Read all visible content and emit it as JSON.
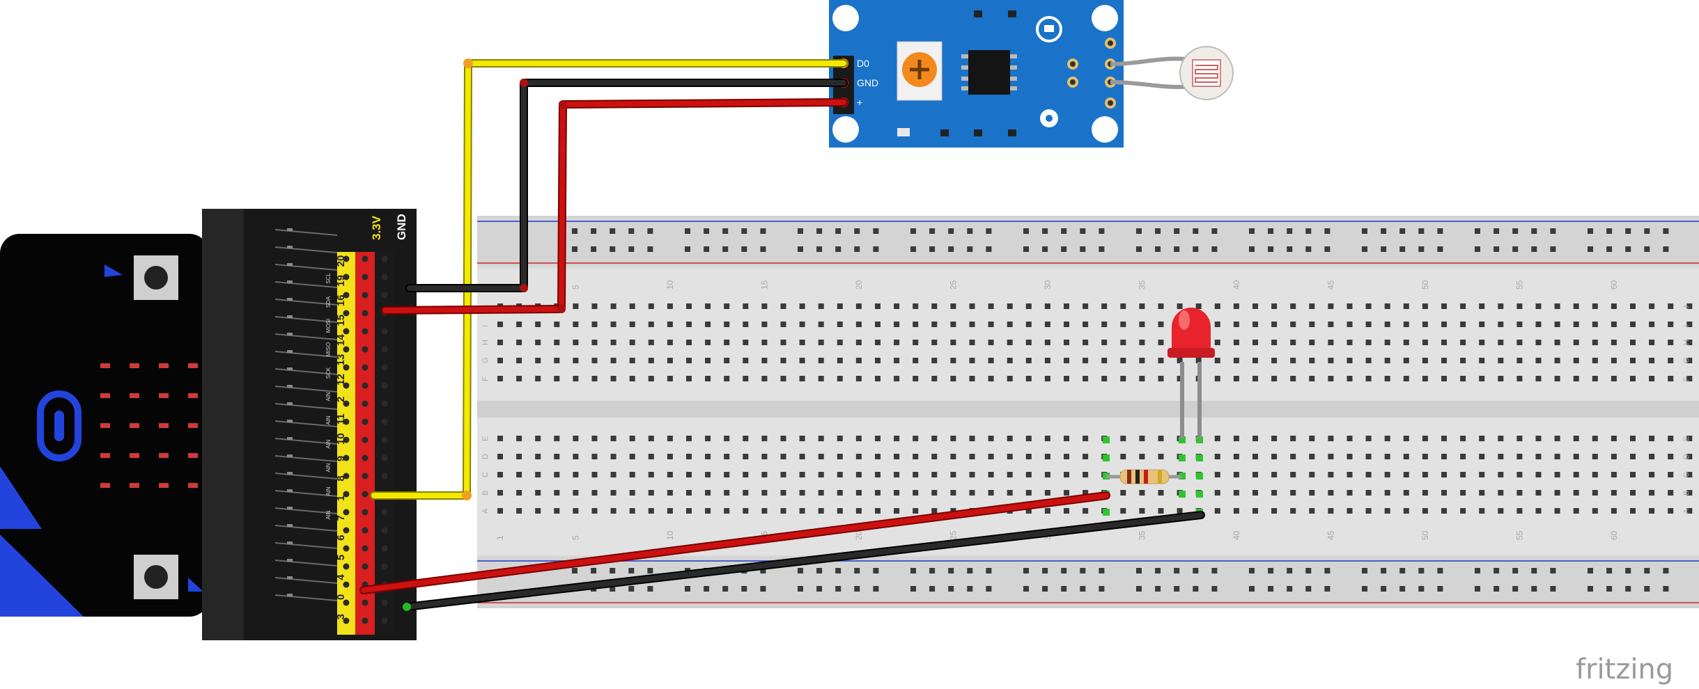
{
  "watermark": "fritzing",
  "sensor_module": {
    "pins": [
      "D0",
      "GND",
      "+"
    ]
  },
  "edge_connector": {
    "power_labels": [
      "3.3V",
      "GND"
    ],
    "pin_numbers": [
      "20",
      "19",
      "16",
      "15",
      "14",
      "13",
      "12",
      "2",
      "11",
      "10",
      "9",
      "8",
      "1",
      "7",
      "6",
      "5",
      "4",
      "0",
      "3"
    ],
    "functions_top": [
      "SCL",
      "SDA",
      "MOSI",
      "MISO",
      "SCK",
      "AIN",
      "AIN",
      "AIN",
      "AIN",
      "AIN",
      "AIN"
    ],
    "board_legend": [
      "",
      ""
    ]
  },
  "breadboard": {
    "column_numbers": [
      "1",
      "5",
      "10",
      "15",
      "20",
      "25",
      "30",
      "35",
      "40",
      "45",
      "50",
      "55",
      "60"
    ],
    "row_letters_top": [
      "J",
      "I",
      "H",
      "G",
      "F"
    ],
    "row_letters_bottom": [
      "E",
      "D",
      "C",
      "B",
      "A"
    ]
  },
  "colors": {
    "wire_yellow": "#f2ea00",
    "wire_black": "#1f1f1f",
    "wire_red": "#cc1111",
    "module_blue": "#1a73c9",
    "breadboard": "#dcdcdc",
    "led_red": "#e8232b"
  },
  "icons": [
    "potentiometer-icon",
    "ic-chip-icon",
    "photoresistor-icon",
    "gear-icon",
    "plug-icon",
    "led-icon",
    "resistor-icon"
  ]
}
